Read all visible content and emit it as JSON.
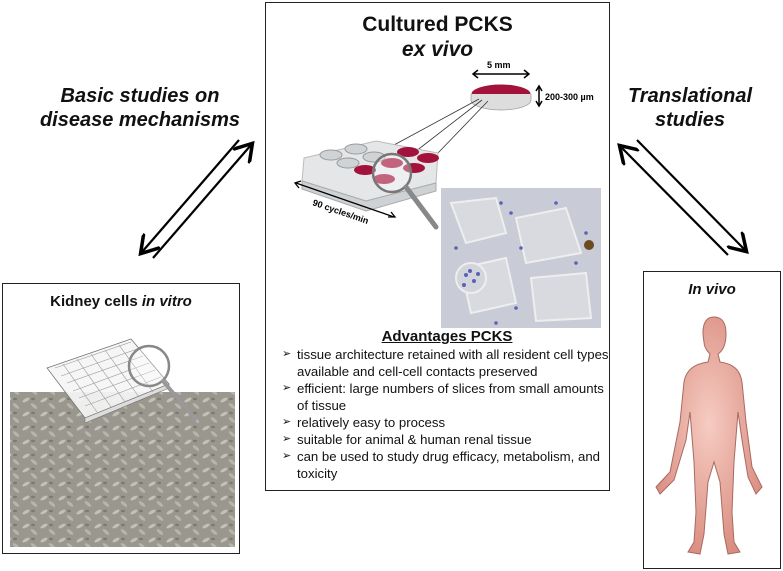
{
  "center": {
    "title": "Cultured PCKS",
    "subtitle": "ex vivo",
    "slice_width_label": "5 mm",
    "slice_thickness_label": "200-300 µm",
    "shaking_label": "90 cycles/min",
    "advantages": {
      "heading": "Advantages PCKS",
      "bullet_glyph": "➢",
      "items": [
        "tissue architecture retained with all resident cell types available and cell-cell contacts preserved",
        "efficient: large numbers of slices from small amounts of tissue",
        "relatively easy to process",
        "suitable for animal & human renal tissue",
        "can be used to study drug efficacy, metabolism, and toxicity"
      ]
    }
  },
  "left": {
    "title_plain": "Kidney cells ",
    "title_italic": "in vitro"
  },
  "right": {
    "title": "In vivo"
  },
  "labels": {
    "basic_line1": "Basic studies on",
    "basic_line2": "disease mechanisms",
    "trans_line1": "Translational",
    "trans_line2": "studies"
  },
  "colors": {
    "slice_red": "#a3123a",
    "body_skin": "#e9a89c",
    "tissue_bg": "#c9ccd6",
    "nuclei": "#5a63b4",
    "cells_bg": "#9a978f"
  }
}
